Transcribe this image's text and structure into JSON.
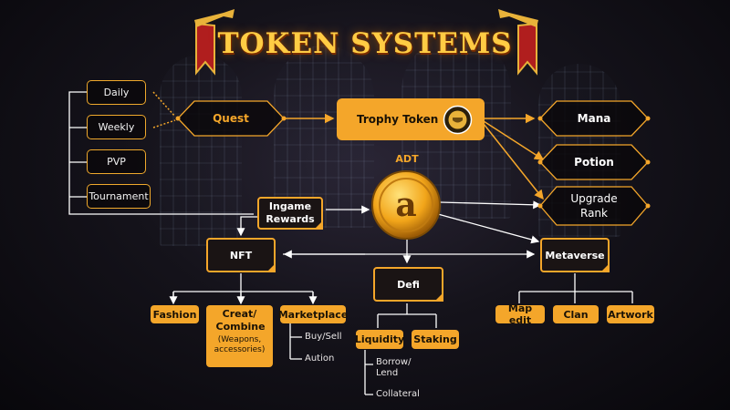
{
  "title": "TOKEN SYSTEMS",
  "colors": {
    "accent": "#f4a62a",
    "background": "#0b0a0f"
  },
  "nodes": {
    "daily": "Daily",
    "weekly": "Weekly",
    "pvp": "PVP",
    "tournament": "Tournament",
    "quest": "Quest",
    "trophy_token": "Trophy Token",
    "mana": "Mana",
    "potion": "Potion",
    "upgrade_rank": "Upgrade Rank",
    "adt": "ADT",
    "adt_coin_letter": "a",
    "ingame_rewards": "Ingame Rewards",
    "nft": "NFT",
    "metaverse": "Metaverse",
    "defi": "Defi",
    "fashion": "Fashion",
    "creat_combine": "Creat/ Combine",
    "creat_combine_sub": "(Weapons, accessories)",
    "marketplace": "Marketplace",
    "buy_sell": "Buy/Sell",
    "aution": "Aution",
    "liquidity": "Liquidity",
    "staking": "Staking",
    "borrow_lend": "Borrow/ Lend",
    "collateral": "Collateral",
    "map_edit": "Map edit",
    "clan": "Clan",
    "artwork": "Artwork"
  },
  "icons": [
    "trumpet-banner-icon",
    "trophy-coin-icon",
    "adt-coin-icon"
  ]
}
